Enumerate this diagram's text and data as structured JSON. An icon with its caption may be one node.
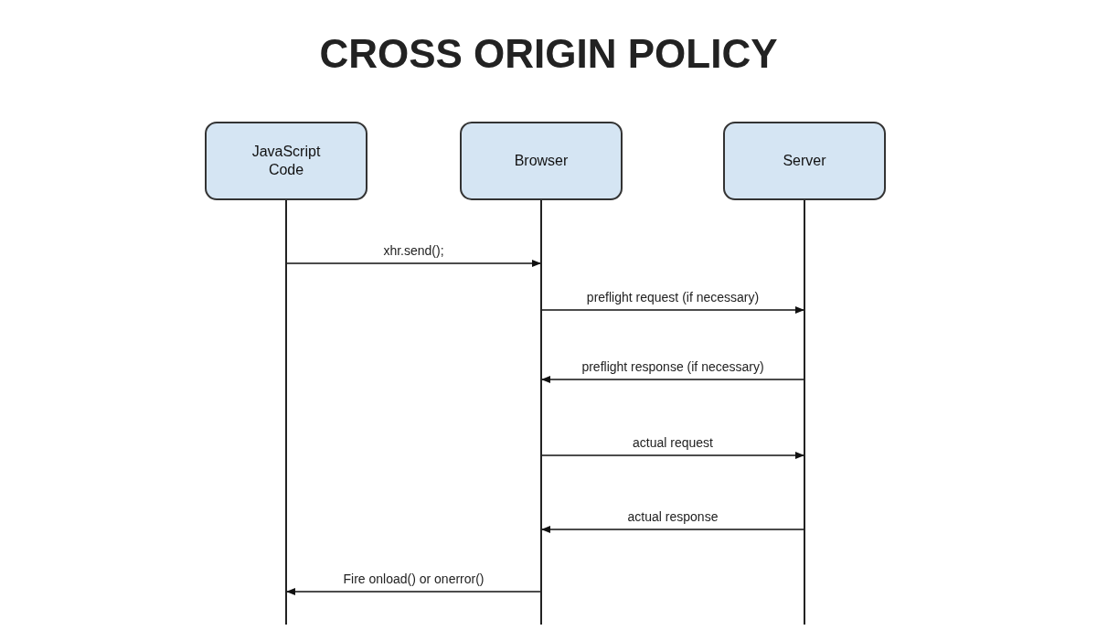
{
  "diagram": {
    "title": "CROSS ORIGIN POLICY",
    "nodes": [
      {
        "text": [
          "JavaScript Code"
        ]
      },
      {
        "text": [
          "Browser"
        ]
      },
      {
        "text": [
          "Server"
        ]
      }
    ],
    "edges": [
      {
        "from": 0,
        "to": 1,
        "arrow": "to",
        "label": "xhr.send();"
      },
      {
        "from": 1,
        "to": 2,
        "arrow": "to",
        "label": "preflight request (if necessary)"
      },
      {
        "from": 2,
        "to": 1,
        "arrow": "to",
        "label": "preflight response (if necessary)"
      },
      {
        "from": 1,
        "to": 2,
        "arrow": "to",
        "label": "actual request"
      },
      {
        "from": 2,
        "to": 1,
        "arrow": "to",
        "label": "actual response"
      },
      {
        "from": 1,
        "to": 0,
        "arrow": "to",
        "label": "Fire onload() or onerror()"
      }
    ]
  }
}
